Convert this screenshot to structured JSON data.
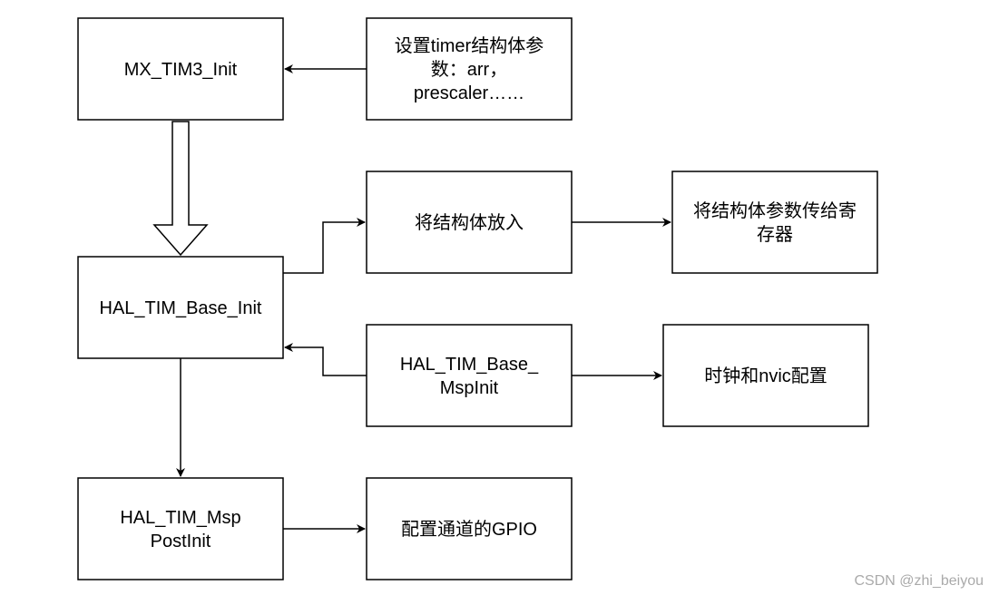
{
  "colors": {
    "stroke": "#000000",
    "fill": "#ffffff",
    "text": "#000000",
    "watermark": "#aaaaaa"
  },
  "nodes": {
    "mx_tim3_init": {
      "lines": [
        "MX_TIM3_Init"
      ]
    },
    "set_params": {
      "lines": [
        "设置timer结构体参",
        "数：arr，",
        "prescaler……"
      ]
    },
    "hal_tim_base_init": {
      "lines": [
        "HAL_TIM_Base_Init"
      ]
    },
    "put_struct": {
      "lines": [
        "将结构体放入"
      ]
    },
    "pass_to_register": {
      "lines": [
        "将结构体参数传给寄",
        "存器"
      ]
    },
    "hal_tim_base_mspinit": {
      "lines": [
        "HAL_TIM_Base_",
        "MspInit"
      ]
    },
    "clock_nvic": {
      "lines": [
        "时钟和nvic配置"
      ]
    },
    "hal_tim_msp_postinit": {
      "lines": [
        "HAL_TIM_Msp",
        "PostInit"
      ]
    },
    "gpio_config": {
      "lines": [
        "配置通道的GPIO"
      ]
    }
  },
  "watermark": "CSDN @zhi_beiyou"
}
